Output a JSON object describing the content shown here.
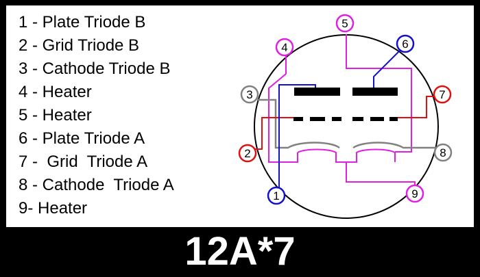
{
  "legend": [
    "1 - Plate Triode B",
    "2 - Grid Triode B",
    "3 - Cathode Triode B",
    "4 - Heater",
    "5 - Heater",
    "6 - Plate Triode A",
    "7 -  Grid  Triode A",
    "8 - Cathode  Triode A",
    "9- Heater"
  ],
  "title": "12A*7",
  "pins": [
    {
      "label": "1",
      "color": "#1111cc"
    },
    {
      "label": "2",
      "color": "#e01010"
    },
    {
      "label": "3",
      "color": "#808080"
    },
    {
      "label": "4",
      "color": "#e020e0"
    },
    {
      "label": "5",
      "color": "#e020e0"
    },
    {
      "label": "6",
      "color": "#1111cc"
    },
    {
      "label": "7",
      "color": "#e01010"
    },
    {
      "label": "8",
      "color": "#808080"
    },
    {
      "label": "9",
      "color": "#e020e0"
    }
  ],
  "colors": {
    "plate": "#1111cc",
    "grid": "#e01010",
    "cathode": "#808080",
    "heater": "#e020e0",
    "background": "#000000",
    "panel": "#ffffff"
  }
}
